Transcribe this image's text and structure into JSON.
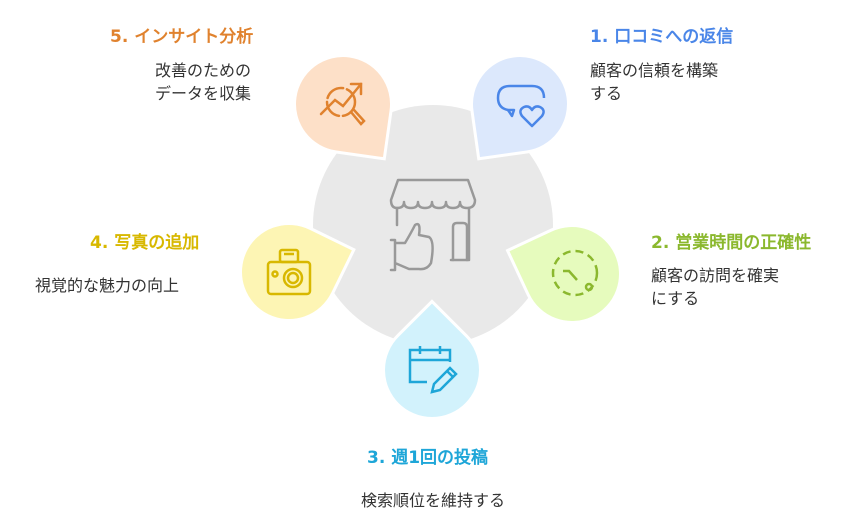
{
  "items": [
    {
      "title": "1. 口コミへの返信",
      "desc": [
        "顧客の信頼を構築",
        "する"
      ],
      "color": "#4a86e8",
      "fill": "#dce8fc",
      "icon": "chat-heart-icon"
    },
    {
      "title": "2. 営業時間の正確性",
      "desc": [
        "顧客の訪問を確実",
        "にする"
      ],
      "color": "#8bb82e",
      "fill": "#e6fbbd",
      "icon": "clock-icon"
    },
    {
      "title": "3. 週1回の投稿",
      "desc": [
        "検索順位を維持する"
      ],
      "color": "#1ea6d8",
      "fill": "#d2f2fc",
      "icon": "calendar-edit-icon"
    },
    {
      "title": "4. 写真の追加",
      "desc": [
        "視覚的な魅力の向上"
      ],
      "color": "#d8b800",
      "fill": "#fdf5b4",
      "icon": "camera-icon"
    },
    {
      "title": "5. インサイト分析",
      "desc": [
        "改善のための",
        "データを収集"
      ],
      "color": "#e0822e",
      "fill": "#fde0c8",
      "icon": "analytics-icon"
    }
  ],
  "center": {
    "icon": "store-thumbs-up-icon",
    "color": "#999999"
  }
}
